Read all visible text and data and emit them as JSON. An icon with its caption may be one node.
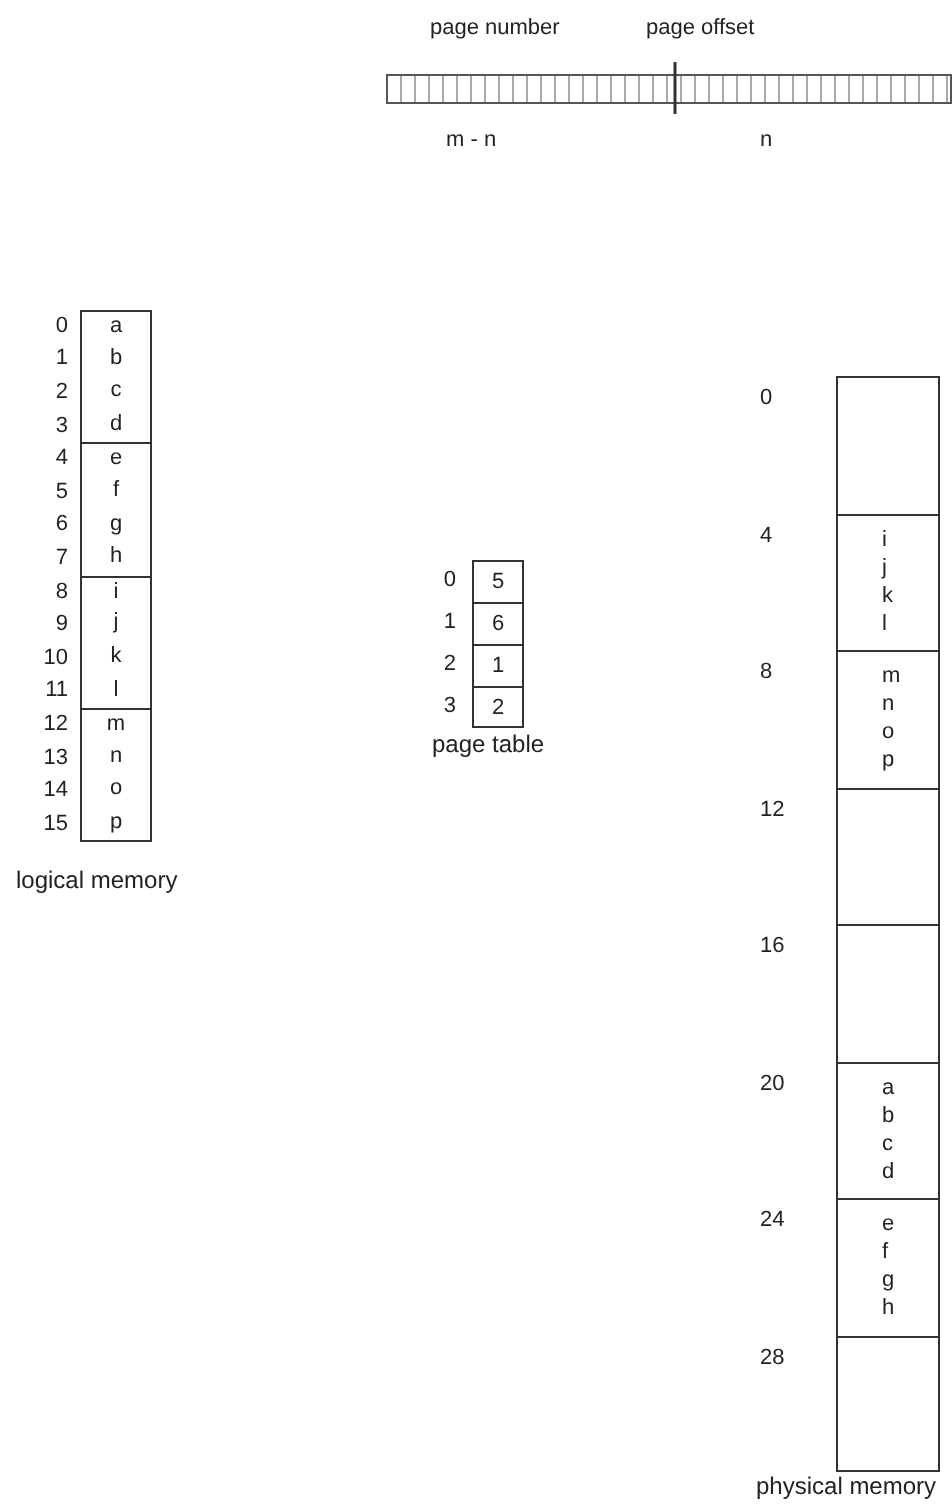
{
  "diagram": {
    "nodes": [
      {
        "text": [
          "page number",
          "page offset",
          "m - n",
          "n"
        ]
      },
      {
        "text": [
          "logical memory"
        ]
      },
      {
        "text": [
          "a"
        ],
        "beside": [
          "0"
        ],
        "in": 1
      },
      {
        "text": [
          "b"
        ],
        "beside": [
          "1"
        ],
        "in": 1
      },
      {
        "text": [
          "c"
        ],
        "beside": [
          "2"
        ],
        "in": 1
      },
      {
        "text": [
          "d"
        ],
        "beside": [
          "3"
        ],
        "in": 1
      },
      {
        "text": [
          "e"
        ],
        "beside": [
          "4"
        ],
        "in": 1
      },
      {
        "text": [
          "f"
        ],
        "beside": [
          "5"
        ],
        "in": 1
      },
      {
        "text": [
          "g"
        ],
        "beside": [
          "6"
        ],
        "in": 1
      },
      {
        "text": [
          "h"
        ],
        "beside": [
          "7"
        ],
        "in": 1
      },
      {
        "text": [
          "i"
        ],
        "beside": [
          "8"
        ],
        "in": 1
      },
      {
        "text": [
          "j"
        ],
        "beside": [
          "9"
        ],
        "in": 1
      },
      {
        "text": [
          "k"
        ],
        "beside": [
          "10"
        ],
        "in": 1
      },
      {
        "text": [
          "l"
        ],
        "beside": [
          "11"
        ],
        "in": 1
      },
      {
        "text": [
          "m"
        ],
        "beside": [
          "12"
        ],
        "in": 1
      },
      {
        "text": [
          "n"
        ],
        "beside": [
          "13"
        ],
        "in": 1
      },
      {
        "text": [
          "o"
        ],
        "beside": [
          "14"
        ],
        "in": 1
      },
      {
        "text": [
          "p"
        ],
        "beside": [
          "15"
        ],
        "in": 1
      },
      {
        "text": [
          "page table"
        ]
      },
      {
        "text": [
          "5"
        ],
        "beside": [
          "0"
        ],
        "in": 18
      },
      {
        "text": [
          "6"
        ],
        "beside": [
          "1"
        ],
        "in": 18
      },
      {
        "text": [
          "1"
        ],
        "beside": [
          "2"
        ],
        "in": 18
      },
      {
        "text": [
          "2"
        ],
        "beside": [
          "3"
        ],
        "in": 18
      },
      {
        "text": [
          "physical memory"
        ]
      },
      {
        "text": [],
        "shape": "box",
        "beside": [
          "0"
        ],
        "in": 23
      },
      {
        "text": [
          "i",
          "j",
          "k",
          "l"
        ],
        "beside": [
          "4"
        ],
        "in": 23
      },
      {
        "text": [
          "m",
          "n",
          "o",
          "p"
        ],
        "beside": [
          "8"
        ],
        "in": 23
      },
      {
        "text": [],
        "shape": "box",
        "beside": [
          "12"
        ],
        "in": 23
      },
      {
        "text": [],
        "shape": "box",
        "beside": [
          "16"
        ],
        "in": 23
      },
      {
        "text": [
          "a",
          "b",
          "c",
          "d"
        ],
        "beside": [
          "20"
        ],
        "in": 23
      },
      {
        "text": [
          "e",
          "f",
          "g",
          "h"
        ],
        "beside": [
          "24"
        ],
        "in": 23
      },
      {
        "text": [],
        "shape": "box",
        "beside": [
          "28"
        ],
        "in": 23
      }
    ]
  }
}
